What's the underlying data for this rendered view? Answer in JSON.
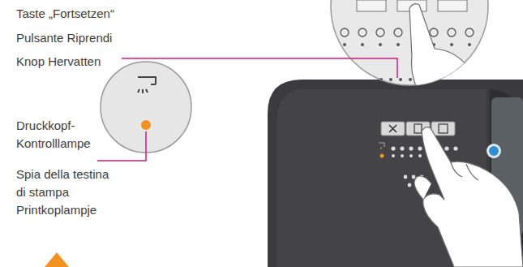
{
  "diagram": {
    "labels": [
      "Taste „Fortsetzen“",
      "Pulsante Riprendi",
      "Knop Hervatten",
      "Druckkopf- Kontrolllampe",
      "Spia della testina di stampa",
      "Printkoplampje"
    ]
  }
}
